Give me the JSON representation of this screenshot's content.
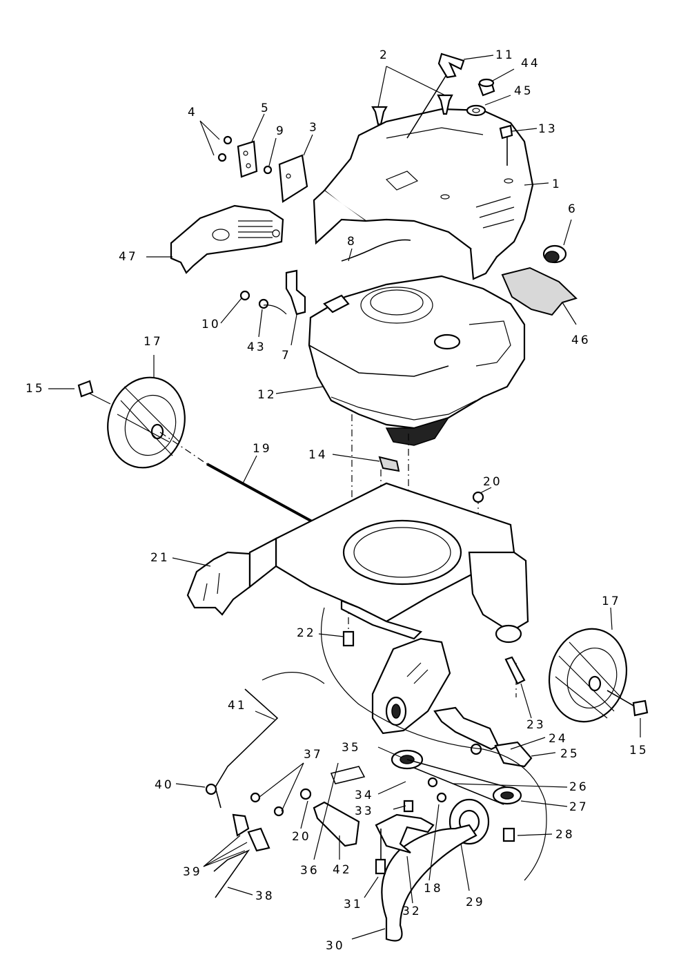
{
  "callouts": {
    "c1": "1",
    "c2": "2",
    "c3": "3",
    "c4": "4",
    "c5": "5",
    "c6": "6",
    "c7": "7",
    "c8": "8",
    "c9": "9",
    "c10": "10",
    "c11": "11",
    "c12": "12",
    "c13": "13",
    "c14": "14",
    "c15a": "15",
    "c15b": "15",
    "c17a": "17",
    "c17b": "17",
    "c18": "18",
    "c19": "19",
    "c20a": "20",
    "c20b": "20",
    "c21": "21",
    "c22": "22",
    "c23": "23",
    "c24": "24",
    "c25": "25",
    "c26": "26",
    "c27": "27",
    "c28": "28",
    "c29": "29",
    "c30": "30",
    "c31": "31",
    "c32": "32",
    "c33": "33",
    "c34": "34",
    "c35": "35",
    "c36": "36",
    "c37": "37",
    "c38": "38",
    "c39": "39",
    "c40": "40",
    "c41": "41",
    "c42": "42",
    "c43": "43",
    "c44": "44",
    "c45": "45",
    "c46": "46",
    "c47": "47"
  }
}
